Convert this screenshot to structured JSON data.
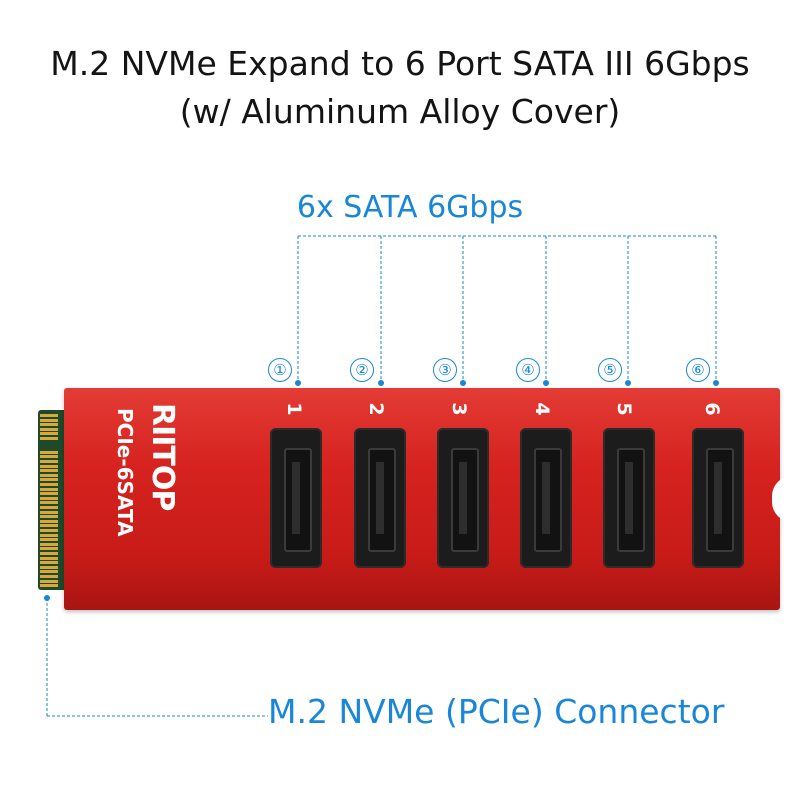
{
  "title_line1": "M.2 NVMe Expand to 6 Port SATA III 6Gbps",
  "title_line2": "(w/ Aluminum Alloy Cover)",
  "sata_label": "6x SATA 6Gbps",
  "connector_label": "M.2 NVMe (PCIe) Connector",
  "brand_text": "RIITOP",
  "model_text": "PCIe-6SATA",
  "port_circles": [
    "①",
    "②",
    "③",
    "④",
    "⑤",
    "⑥"
  ],
  "slot_numbers": [
    "1",
    "2",
    "3",
    "4",
    "5",
    "6"
  ],
  "colors": {
    "accent": "#1a86d8",
    "card_red": "#d6231f",
    "title": "#141414"
  }
}
